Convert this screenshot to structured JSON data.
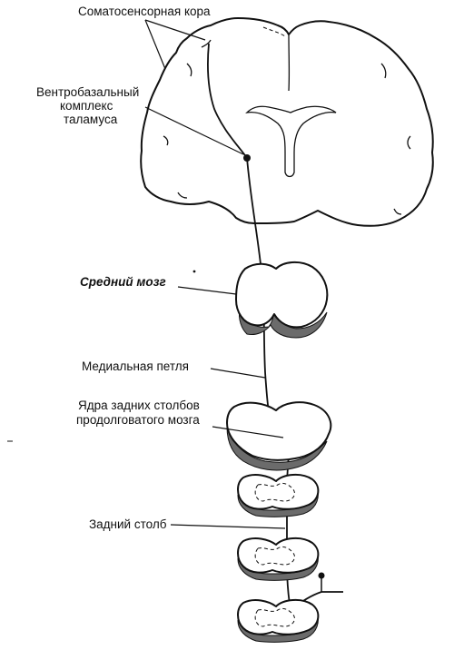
{
  "labels": {
    "cortex": "Соматосенсорная кора",
    "thalamus_1": "Вентробазальный",
    "thalamus_2": "комплекс",
    "thalamus_3": "таламуса",
    "midbrain": "Средний мозг",
    "lemniscus": "Медиальная петля",
    "nuclei_1": "Ядра задних столбов",
    "nuclei_2": "продолговатого мозга",
    "column": "Задний столб"
  },
  "colors": {
    "ink": "#111111",
    "background": "#ffffff",
    "shading": "#6b6b6b"
  }
}
